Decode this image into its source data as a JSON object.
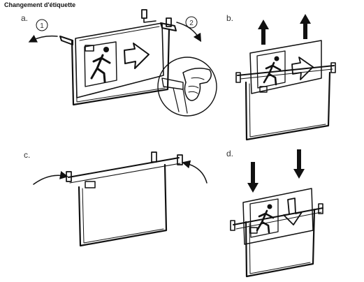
{
  "title": "Changement d'étiquette",
  "steps": [
    {
      "label": "a.",
      "callouts": [
        "1",
        "2"
      ]
    },
    {
      "label": "b."
    },
    {
      "label": "c."
    },
    {
      "label": "d."
    }
  ],
  "icons": [
    "running-man-icon",
    "arrow-right-icon",
    "arrow-down-icon",
    "arrow-up-icon",
    "hand-icon"
  ]
}
